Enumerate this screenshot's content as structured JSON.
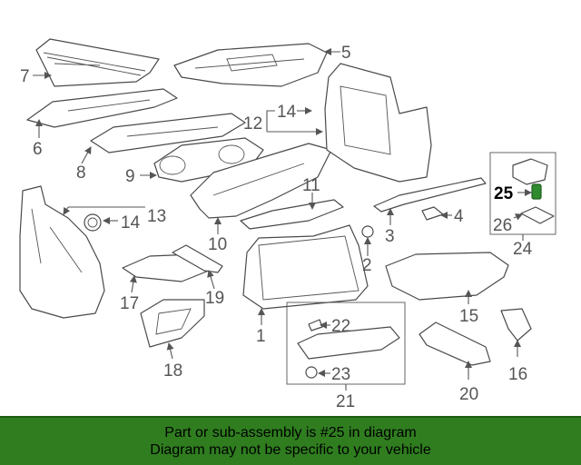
{
  "diagram": {
    "callouts": [
      "1",
      "2",
      "3",
      "4",
      "5",
      "6",
      "7",
      "8",
      "9",
      "10",
      "11",
      "12",
      "13",
      "14",
      "14",
      "15",
      "16",
      "17",
      "18",
      "19",
      "20",
      "21",
      "22",
      "23",
      "24",
      "25",
      "26"
    ],
    "highlight_callout": "25",
    "colors": {
      "line": "#4a4a4a",
      "label": "#555555",
      "highlight_part": "#2e8b2e",
      "footer_bg": "#2f7d1f"
    }
  },
  "footer": {
    "line1": "Part or sub-assembly is #25 in diagram",
    "line2": "Diagram may not be specific to your vehicle"
  }
}
